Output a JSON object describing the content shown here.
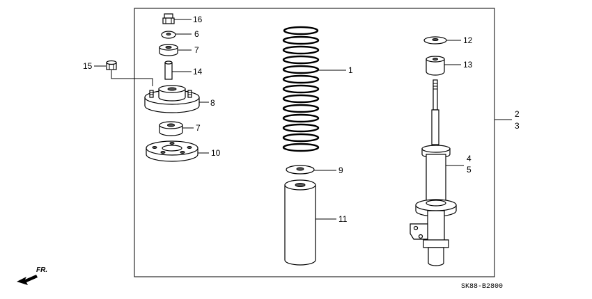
{
  "diagram": {
    "callouts": [
      {
        "id": "c16",
        "text": "16"
      },
      {
        "id": "c6",
        "text": "6"
      },
      {
        "id": "c7a",
        "text": "7"
      },
      {
        "id": "c14",
        "text": "14"
      },
      {
        "id": "c15",
        "text": "15"
      },
      {
        "id": "c8",
        "text": "8"
      },
      {
        "id": "c7b",
        "text": "7"
      },
      {
        "id": "c10",
        "text": "10"
      },
      {
        "id": "c1",
        "text": "1"
      },
      {
        "id": "c9",
        "text": "9"
      },
      {
        "id": "c11",
        "text": "11"
      },
      {
        "id": "c12",
        "text": "12"
      },
      {
        "id": "c13",
        "text": "13"
      },
      {
        "id": "c2",
        "text": "2"
      },
      {
        "id": "c3",
        "text": "3"
      },
      {
        "id": "c4",
        "text": "4"
      },
      {
        "id": "c5",
        "text": "5"
      }
    ],
    "direction_label": "FR.",
    "diagram_code": "SK88-B2800"
  }
}
